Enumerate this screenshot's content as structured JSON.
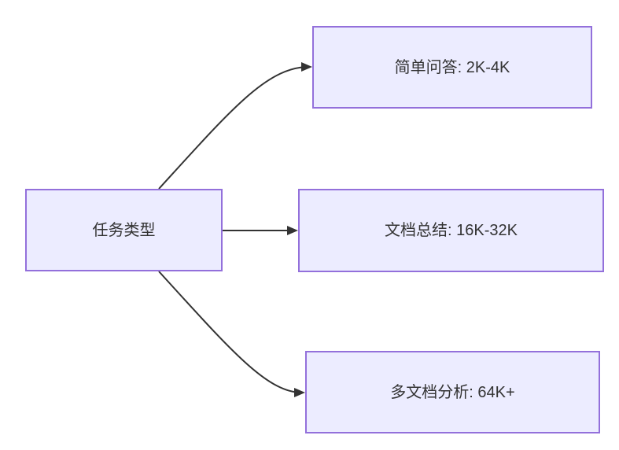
{
  "diagram": {
    "type": "flowchart",
    "root": {
      "label": "任务类型"
    },
    "branches": [
      {
        "label": "简单问答: 2K-4K"
      },
      {
        "label": "文档总结: 16K-32K"
      },
      {
        "label": "多文档分析: 64K+"
      }
    ],
    "colors": {
      "node_fill": "#ECECFF",
      "node_border": "#9370DB",
      "edge": "#333333",
      "text": "#333333",
      "background": "#FFFFFF"
    }
  }
}
